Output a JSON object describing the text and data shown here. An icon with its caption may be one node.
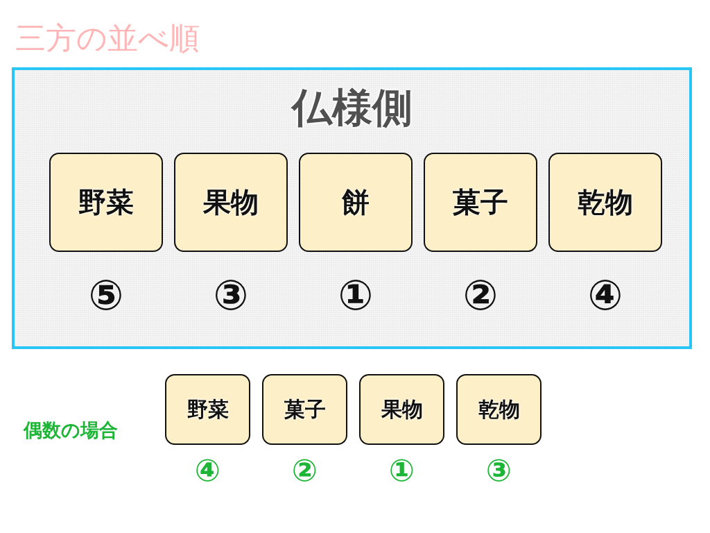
{
  "diagram": {
    "title": "三方の並べ順",
    "nodes": [
      {
        "text": [
          "仏様側"
        ]
      },
      {
        "text": [
          "野菜"
        ],
        "in": 0,
        "beside": [
          "⑤"
        ]
      },
      {
        "text": [
          "果物"
        ],
        "in": 0,
        "beside": [
          "③"
        ]
      },
      {
        "text": [
          "餅"
        ],
        "in": 0,
        "beside": [
          "①"
        ]
      },
      {
        "text": [
          "菓子"
        ],
        "in": 0,
        "beside": [
          "②"
        ]
      },
      {
        "text": [
          "乾物"
        ],
        "in": 0,
        "beside": [
          "④"
        ]
      },
      {
        "text": [
          "野菜"
        ],
        "beside": [
          "④"
        ]
      },
      {
        "text": [
          "菓子"
        ],
        "beside": [
          "②"
        ]
      },
      {
        "text": [
          "果物"
        ],
        "beside": [
          "①"
        ]
      },
      {
        "text": [
          "乾物"
        ],
        "beside": [
          "③"
        ]
      }
    ],
    "labels": [
      "偶数の場合"
    ]
  }
}
